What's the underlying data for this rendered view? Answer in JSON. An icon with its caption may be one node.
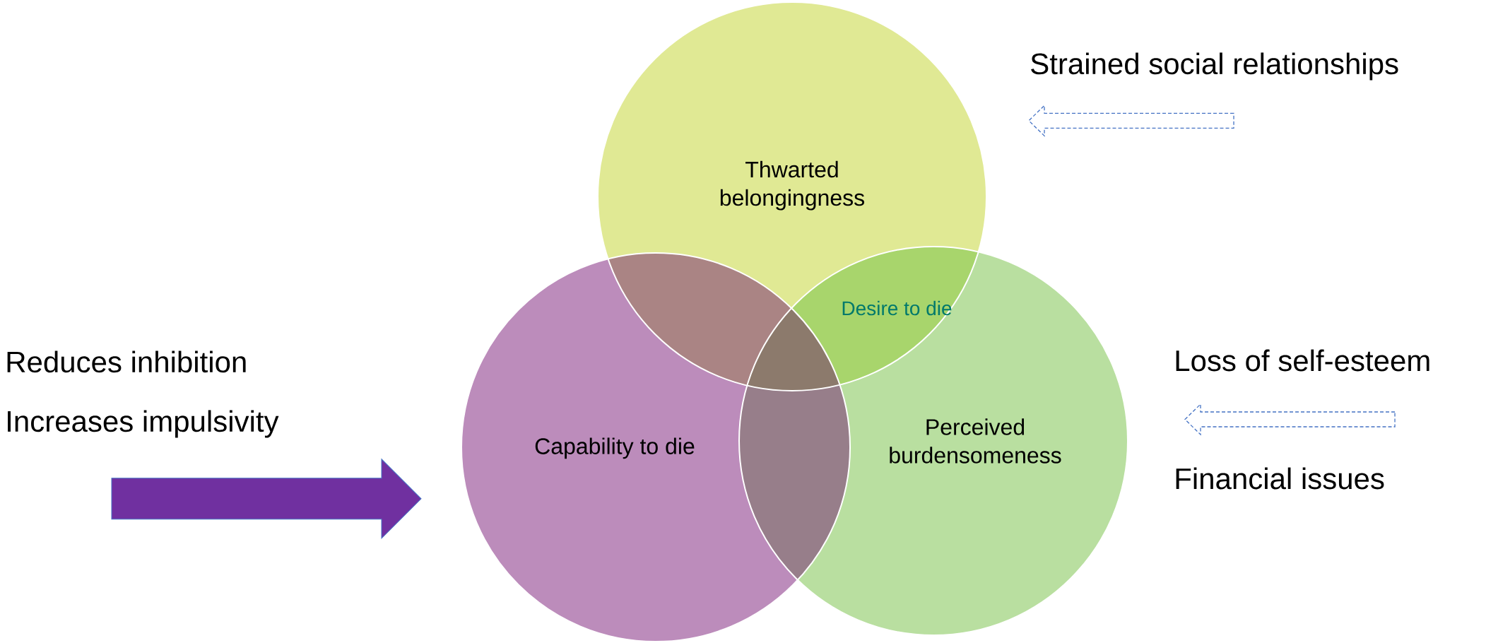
{
  "diagram": {
    "nodes": [
      {
        "text": [
          "Thwarted belongingness"
        ]
      },
      {
        "text": [
          "Strained social relationships"
        ]
      },
      {
        "text": [
          "Reduces inhibition",
          "Increases impulsivity"
        ]
      },
      {
        "text": [
          "Capability to die"
        ]
      },
      {
        "text": [
          "Perceived burdensomeness"
        ]
      },
      {
        "text": [
          "Loss of self-esteem"
        ]
      },
      {
        "text": [
          "Financial issues"
        ]
      }
    ],
    "edges": [
      {
        "from": 1,
        "to": 0,
        "arrow": "to",
        "style": "dashed"
      },
      {
        "from": 2,
        "to": 3,
        "arrow": "to",
        "color": "#7030a0"
      },
      {
        "from": 5,
        "to": 4,
        "arrow": "to",
        "style": "dashed"
      },
      {
        "from": 6,
        "to": 4,
        "arrow": "to",
        "style": "dashed"
      }
    ],
    "labels": [
      "Desire to die"
    ]
  }
}
